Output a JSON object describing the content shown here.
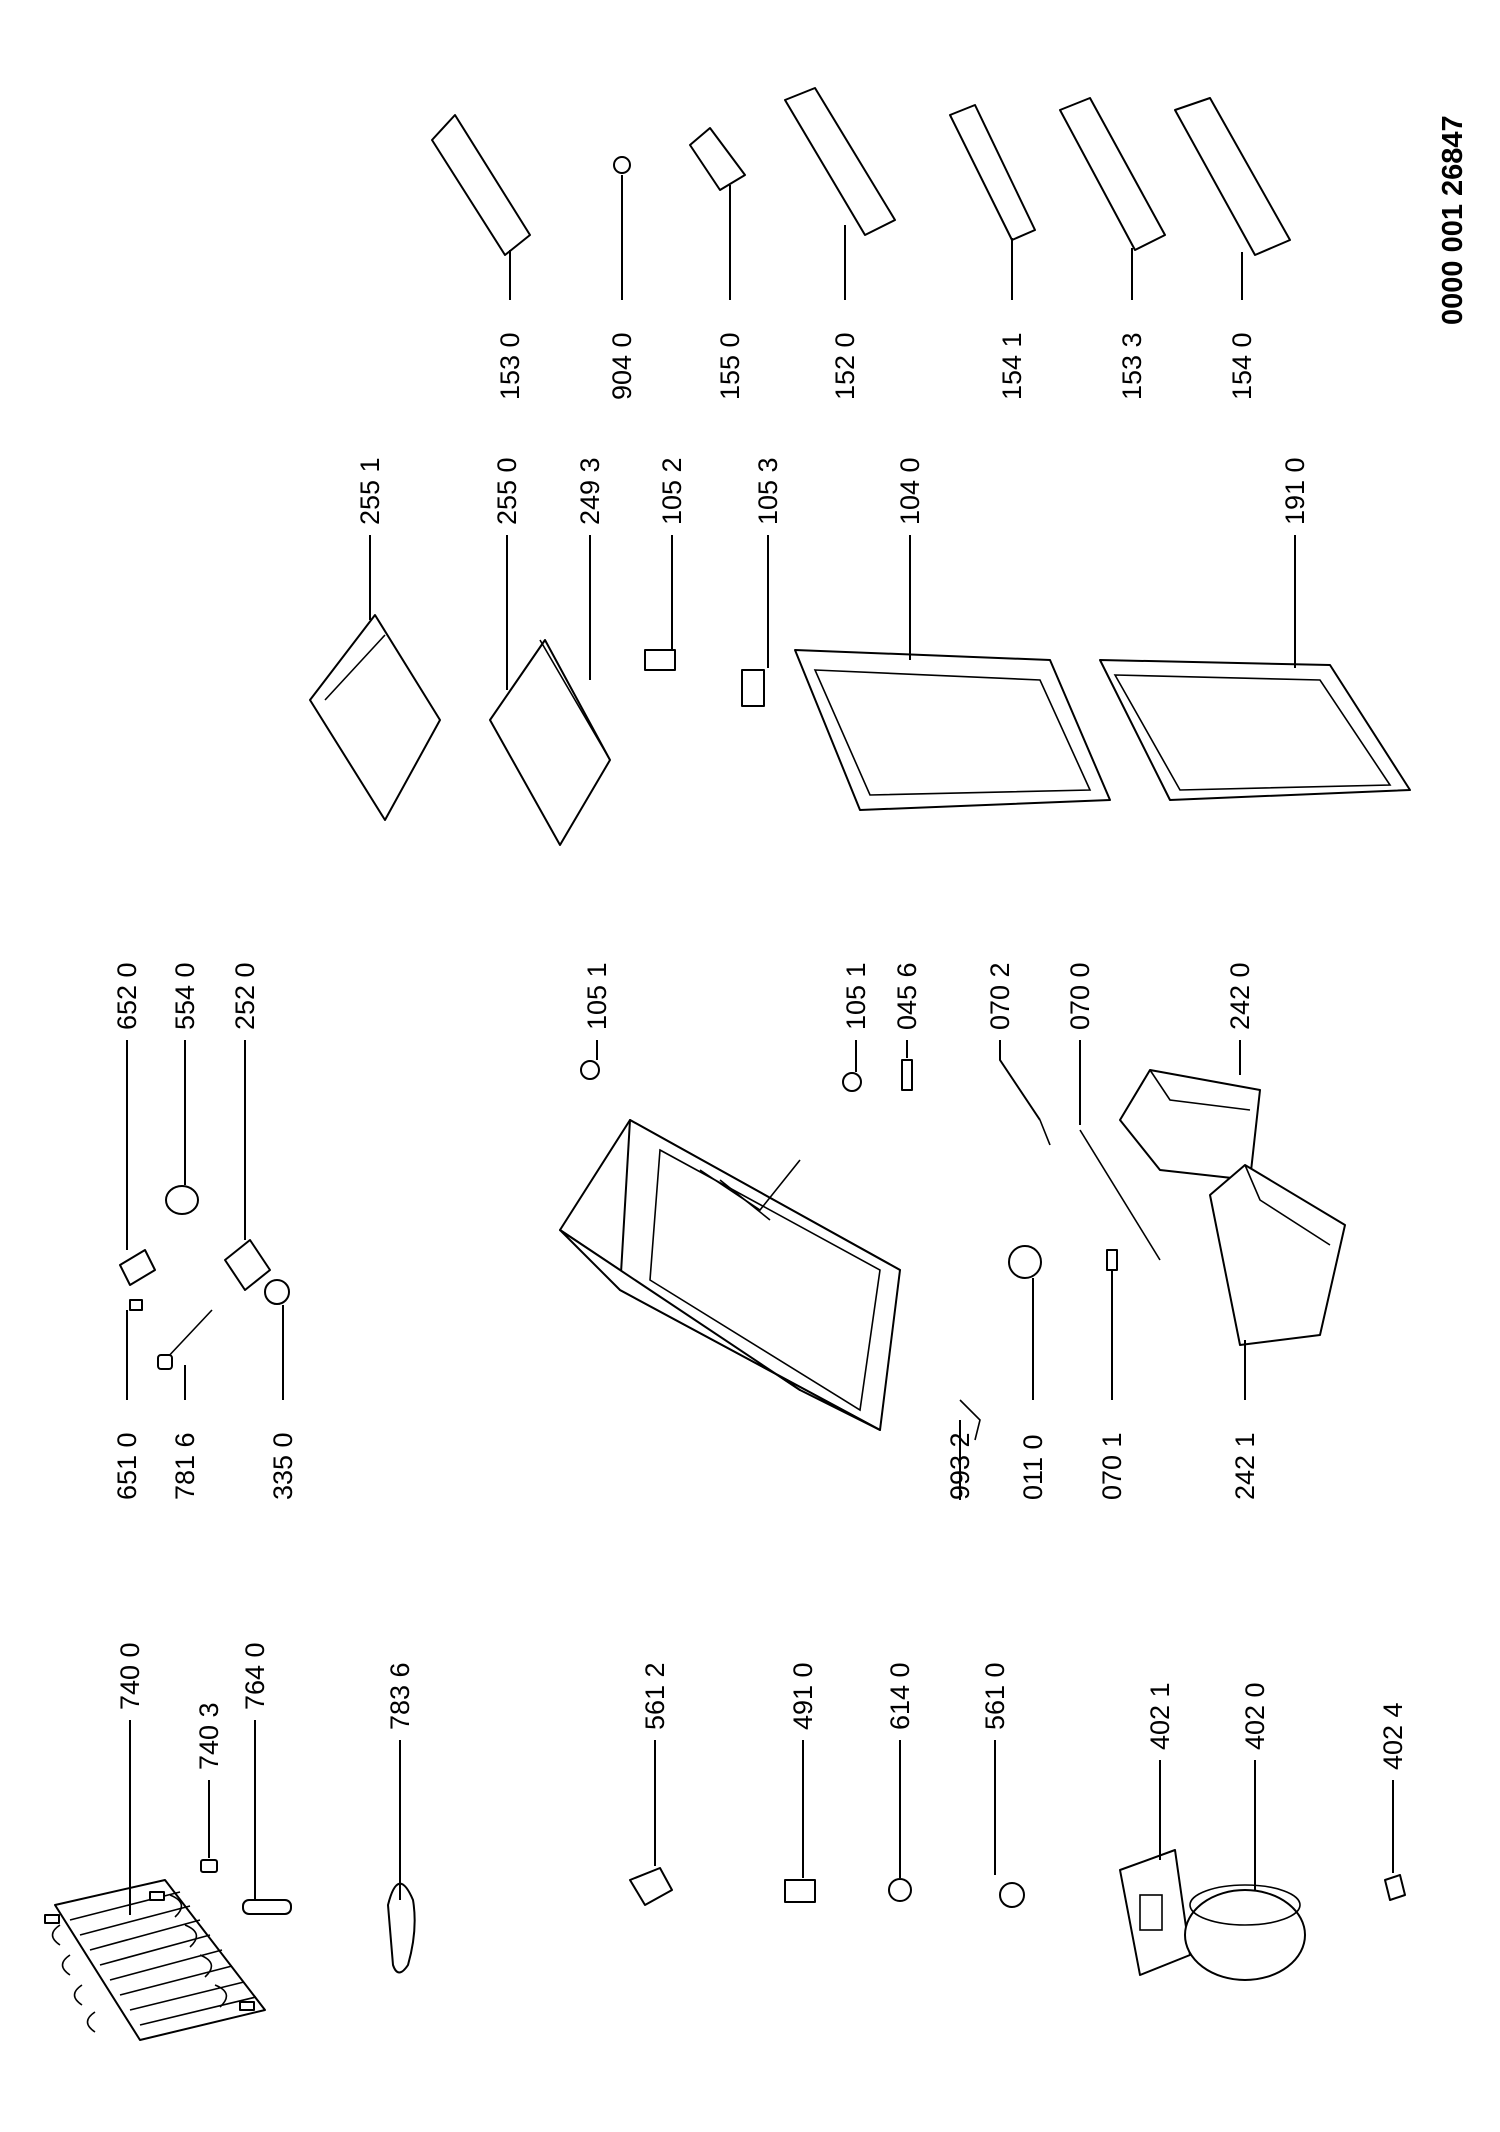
{
  "diagram": {
    "document_code": "0000 001 26847",
    "part_labels": {
      "p7400": "740 0",
      "p7403": "740 3",
      "p7640": "764 0",
      "p7836": "783 6",
      "p5612": "561 2",
      "p4910": "491 0",
      "p6140": "614 0",
      "p5610": "561 0",
      "p4021": "402 1",
      "p4020": "402 0",
      "p4024": "402 4",
      "p6510": "651 0",
      "p7816": "781 6",
      "p3350": "335 0",
      "p6520": "652 0",
      "p5540": "554 0",
      "p2520": "252 0",
      "p9932": "993 2",
      "p0110": "011 0",
      "p0701": "070 1",
      "p2421": "242 1",
      "p1051a": "105 1",
      "p1051b": "105 1",
      "p0456": "045 6",
      "p0702": "070 2",
      "p0700": "070 0",
      "p2420": "242 0",
      "p2551": "255 1",
      "p2550": "255 0",
      "p2493": "249 3",
      "p1052": "105 2",
      "p1053": "105 3",
      "p1040": "104 0",
      "p1910": "191 0",
      "p1530": "153 0",
      "p9040": "904 0",
      "p1550": "155 0",
      "p1520": "152 0",
      "p1541": "154 1",
      "p1533": "153 3",
      "p1540": "154 0"
    }
  }
}
